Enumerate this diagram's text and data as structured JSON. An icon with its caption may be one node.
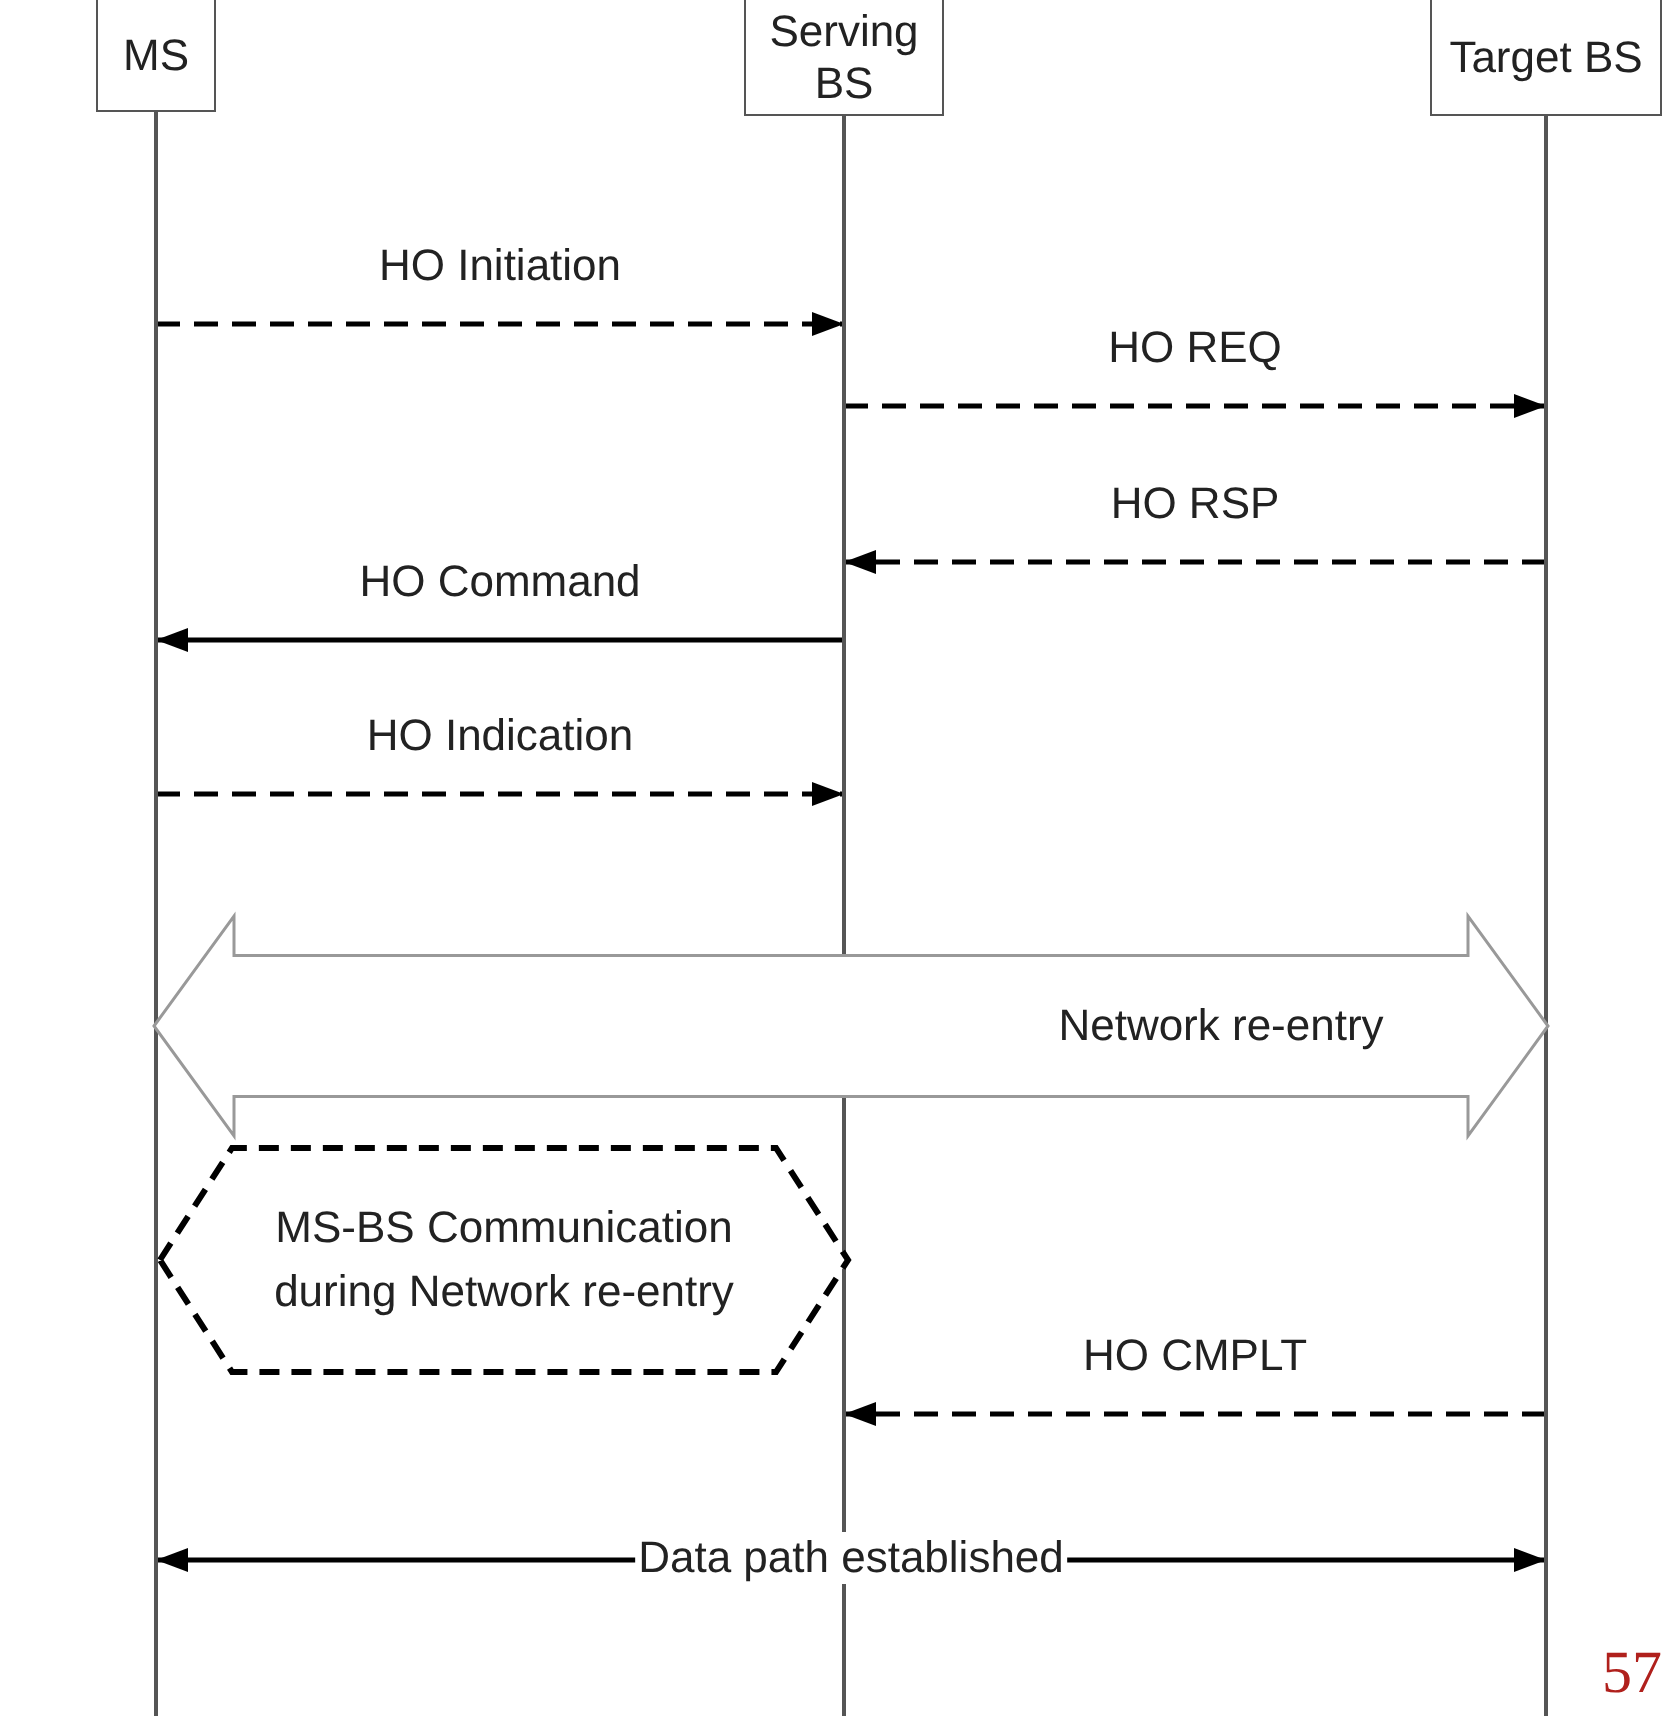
{
  "diagram": {
    "nodes": [
      {
        "text": [
          "MS"
        ]
      },
      {
        "text": [
          "Serving BS"
        ]
      },
      {
        "text": [
          "Target BS"
        ]
      },
      {
        "text": [
          "Network re-entry"
        ]
      },
      {
        "text": [
          "MS-BS Communication during Network re-entry"
        ]
      }
    ],
    "edges": [
      {
        "from": 0,
        "to": 1,
        "arrow": "to",
        "label": "HO Initiation",
        "style": "dashed"
      },
      {
        "from": 1,
        "to": 2,
        "arrow": "to",
        "label": "HO REQ",
        "style": "dashed"
      },
      {
        "from": 2,
        "to": 1,
        "arrow": "to",
        "label": "HO RSP",
        "style": "dashed"
      },
      {
        "from": 1,
        "to": 0,
        "arrow": "to",
        "label": "HO Command"
      },
      {
        "from": 0,
        "to": 1,
        "arrow": "to",
        "label": "HO Indication",
        "style": "dashed"
      },
      {
        "from": 2,
        "to": 1,
        "arrow": "to",
        "label": "HO CMPLT",
        "style": "dashed"
      },
      {
        "from": 0,
        "to": 2,
        "arrow": "both",
        "label": "Data path established"
      }
    ],
    "labels": [
      "57"
    ]
  }
}
